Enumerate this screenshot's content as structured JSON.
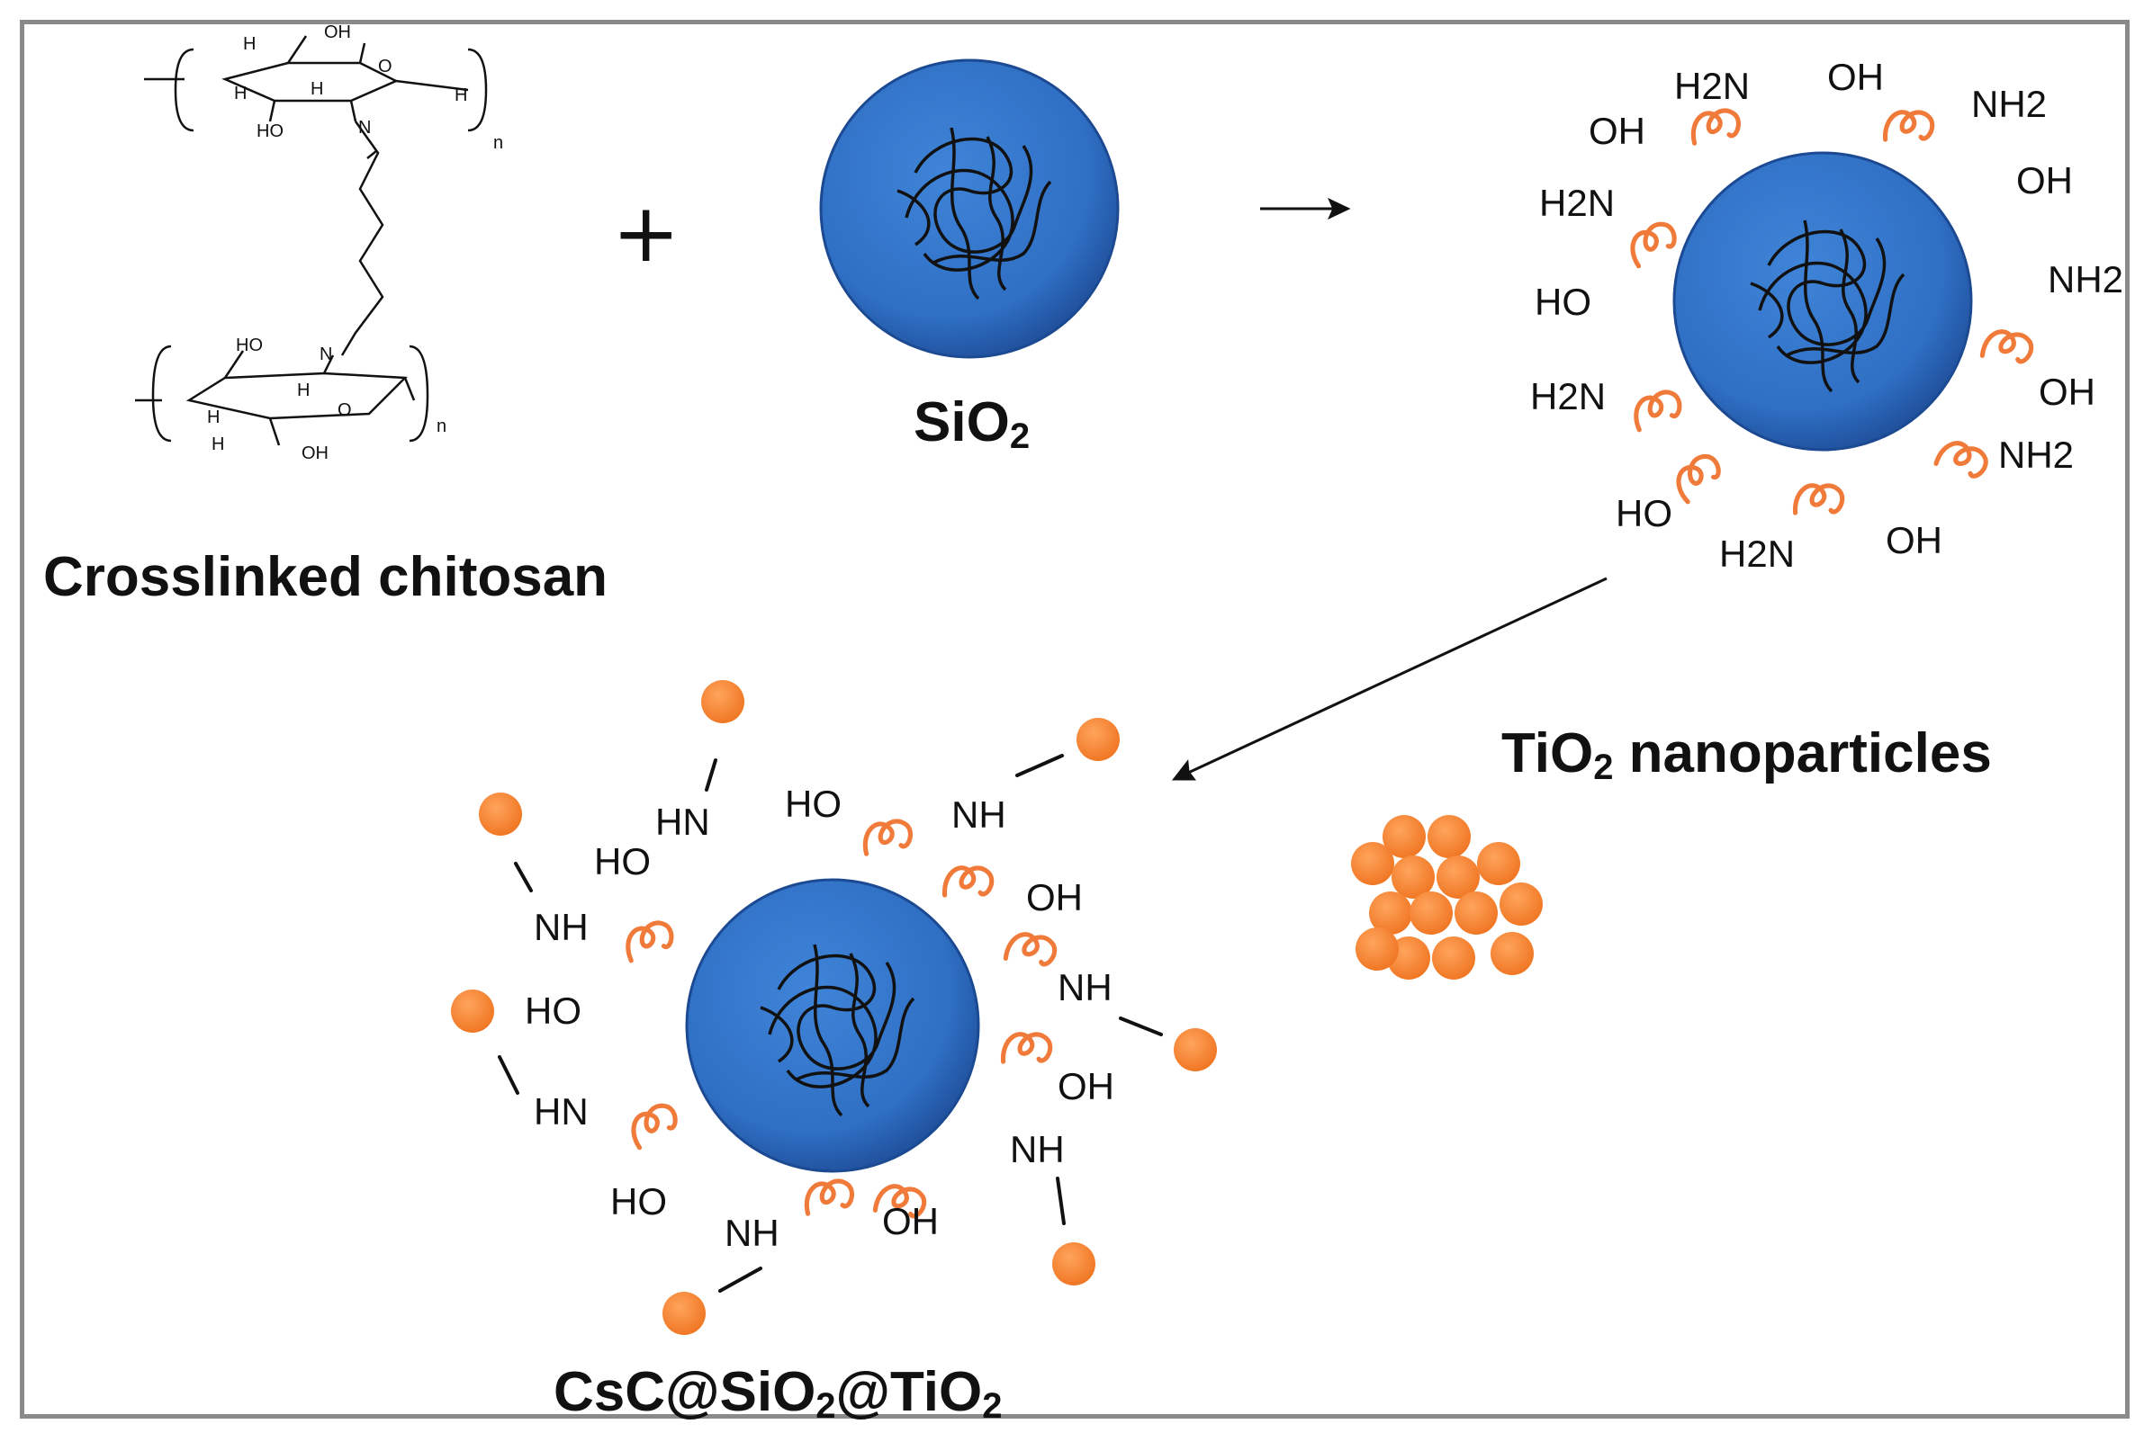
{
  "title_chitosan": "Crosslinked chitosan",
  "title_sio2": "SiO",
  "title_sio2_sub": "2",
  "title_tio2_pre": "TiO",
  "title_tio2_sub": "2",
  "title_tio2_post": " nanoparticles",
  "title_product": {
    "p1": "CsC@SiO",
    "s1": "2",
    "p2": "@TiO",
    "s2": "2"
  },
  "plus": "+",
  "chitosan_labels": {
    "oh1": "OH",
    "h1": "H",
    "h2": "H",
    "h3": "H",
    "h4": "H",
    "o1": "O",
    "ho1": "HO",
    "n1": "N",
    "n_sub1": "n",
    "ho2": "HO",
    "n2": "N",
    "h5": "H",
    "h6": "H",
    "h7": "H",
    "o2": "O",
    "oh2": "OH",
    "n_sub2": "n"
  },
  "functionalized_labels": [
    "H2N",
    "OH",
    "NH2",
    "OH",
    "H2N",
    "OH",
    "HO",
    "NH2",
    "H2N",
    "OH",
    "NH2",
    "HO",
    "H2N",
    "OH"
  ],
  "product_labels": [
    "HN",
    "HO",
    "HO",
    "NH",
    "NH",
    "HO",
    "OH",
    "HN",
    "NH",
    "HO",
    "OH",
    "NH",
    "NH",
    "OH"
  ],
  "colors": {
    "sphere": "#2f6fc4",
    "sphere_edge": "#1c4a92",
    "linker": "#f07a3a",
    "particle": "#f5822b",
    "frame": "#8a8a8a"
  }
}
